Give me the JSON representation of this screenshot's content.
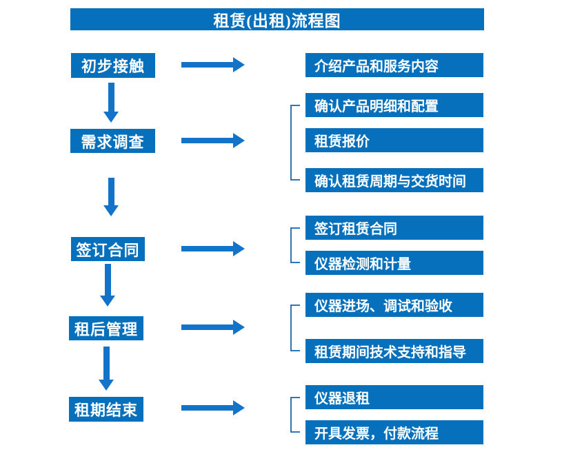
{
  "title": "租赁(出租)流程图",
  "colors": {
    "box_fill": "#0670BC",
    "arrow": "#1373C9",
    "bracket": "#2E75B6",
    "text": "#FFFFFF",
    "background": "#FFFFFF"
  },
  "flow": {
    "steps": [
      {
        "label": "初步接触",
        "details": [
          "介绍产品和服务内容"
        ]
      },
      {
        "label": "需求调查",
        "details": [
          "确认产品明细和配置",
          "租赁报价",
          "确认租赁周期与交货时间"
        ]
      },
      {
        "label": "签订合同",
        "details": [
          "签订租赁合同",
          "仪器检测和计量"
        ]
      },
      {
        "label": "租后管理",
        "details": [
          "仪器进场、调试和验收",
          "租赁期间技术支持和指导"
        ]
      },
      {
        "label": "租期结束",
        "details": [
          "仪器退租",
          "开具发票，付款流程"
        ]
      }
    ]
  }
}
